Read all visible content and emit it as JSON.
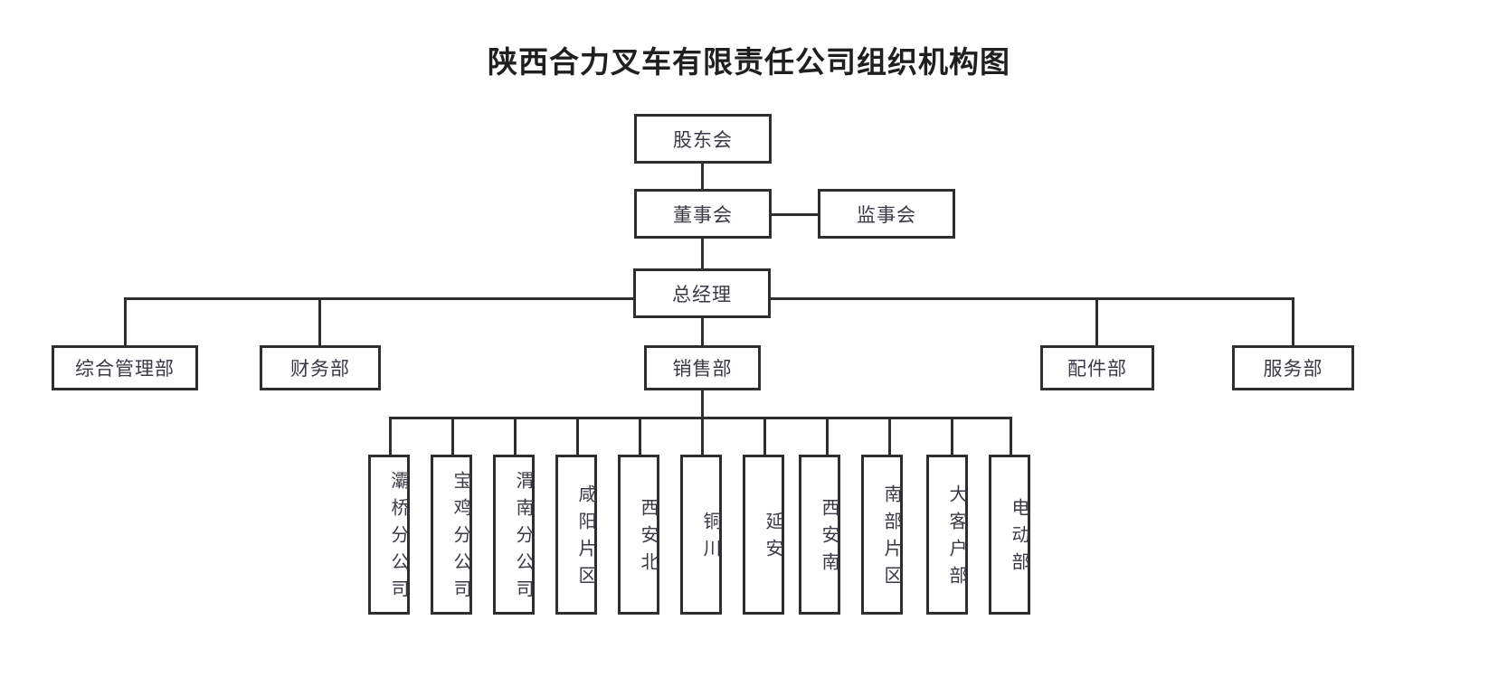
{
  "title": "陕西合力叉车有限责任公司组织机构图",
  "diagram": {
    "type": "org-chart",
    "orientation": "top-down",
    "line_color": "#2e2e2e",
    "text_color": "#3a3a46",
    "box_fill": "#ffffff"
  },
  "nodes": {
    "shareholders": "股东会",
    "board_of_directors": "董事会",
    "board_of_supervisors": "监事会",
    "general_manager": "总经理"
  },
  "departments": [
    {
      "label": "综合管理部"
    },
    {
      "label": "财务部"
    },
    {
      "label": "销售部"
    },
    {
      "label": "配件部"
    },
    {
      "label": "服务部"
    }
  ],
  "sales_units": [
    {
      "label": "灞桥分公司"
    },
    {
      "label": "宝鸡分公司"
    },
    {
      "label": "渭南分公司"
    },
    {
      "label": "咸阳片区"
    },
    {
      "label": "西安北"
    },
    {
      "label": "铜川"
    },
    {
      "label": "延安"
    },
    {
      "label": "西安南"
    },
    {
      "label": "南部片区"
    },
    {
      "label": "大客户部"
    },
    {
      "label": "电动部"
    }
  ]
}
